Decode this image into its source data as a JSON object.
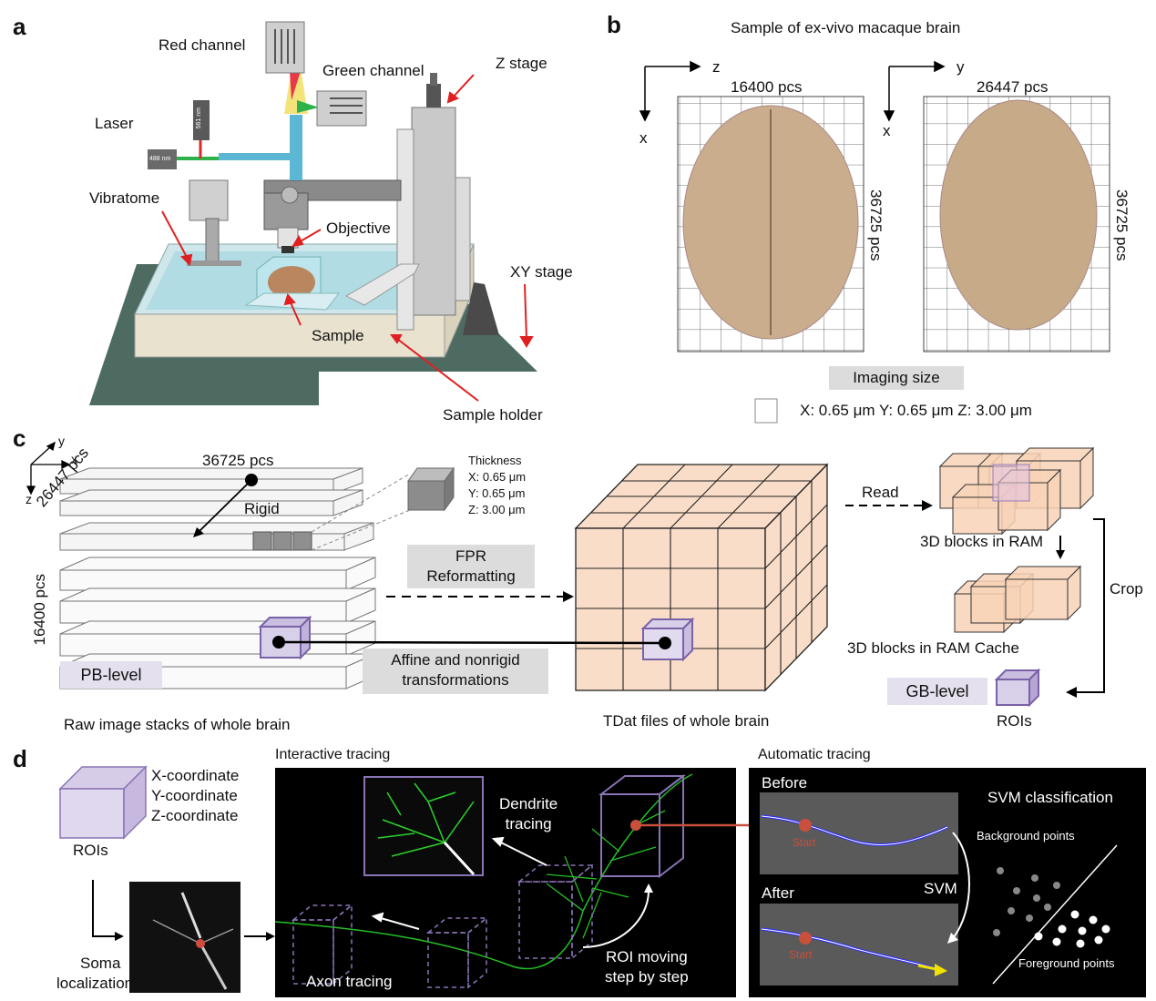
{
  "panels": {
    "a": "a",
    "b": "b",
    "c": "c",
    "d": "d"
  },
  "panel_a": {
    "red_channel": "Red channel",
    "green_channel": "Green channel",
    "z_stage": "Z stage",
    "laser": "Laser",
    "vibratome": "Vibratome",
    "objective": "Objective",
    "xy_stage": "XY stage",
    "sample": "Sample",
    "sample_holder": "Sample holder",
    "laser_561": "561 nm",
    "laser_488": "488 nm"
  },
  "panel_b": {
    "title": "Sample of ex-vivo macaque brain",
    "left_axis_h": "z",
    "left_axis_v": "x",
    "left_width": "16400 pcs",
    "left_height": "36725 pcs",
    "right_axis_h": "y",
    "right_axis_v": "x",
    "right_width": "26447 pcs",
    "right_height": "36725 pcs",
    "imaging_size": "Imaging size",
    "voxel": "X: 0.65 μm Y: 0.65 μm Z: 3.00 μm"
  },
  "panel_c": {
    "axis_y": "y",
    "axis_x": "x",
    "axis_z": "z",
    "width": "36725 pcs",
    "depth": "26447 pcs",
    "height": "16400 pcs",
    "rigid": "Rigid",
    "thickness_title": "Thickness",
    "thickness_x": "X: 0.65 μm",
    "thickness_y": "Y: 0.65 μm",
    "thickness_z": "Z: 3.00 μm",
    "fpr_line1": "FPR",
    "fpr_line2": "Reformatting",
    "affine_line1": "Affine and nonrigid",
    "affine_line2": "transformations",
    "pb_level": "PB-level",
    "raw_caption": "Raw image stacks of whole brain",
    "tdat_caption": "TDat files of whole brain",
    "read": "Read",
    "blocks_ram": "3D blocks in RAM",
    "blocks_cache": "3D blocks in RAM Cache",
    "crop": "Crop",
    "gb_level": "GB-level",
    "rois": "ROIs"
  },
  "panel_d": {
    "coord_x": "X-coordinate",
    "coord_y": "Y-coordinate",
    "coord_z": "Z-coordinate",
    "rois": "ROIs",
    "soma_line1": "Soma",
    "soma_line2": "localization",
    "interactive": "Interactive tracing",
    "dendrite_line1": "Dendrite",
    "dendrite_line2": "tracing",
    "axon": "Axon tracing",
    "roi_move_line1": "ROI moving",
    "roi_move_line2": "step by step",
    "automatic": "Automatic tracing",
    "before": "Before",
    "after": "After",
    "svm": "SVM",
    "svm_class": "SVM classification",
    "background": "Background points",
    "foreground": "Foreground points",
    "start": "Start"
  },
  "colors": {
    "lavender": "#8a73b5",
    "peach": "#f6cdb0",
    "red_arrow": "#e02020",
    "neuron_green": "#22c022",
    "link_red": "#c8503c"
  }
}
